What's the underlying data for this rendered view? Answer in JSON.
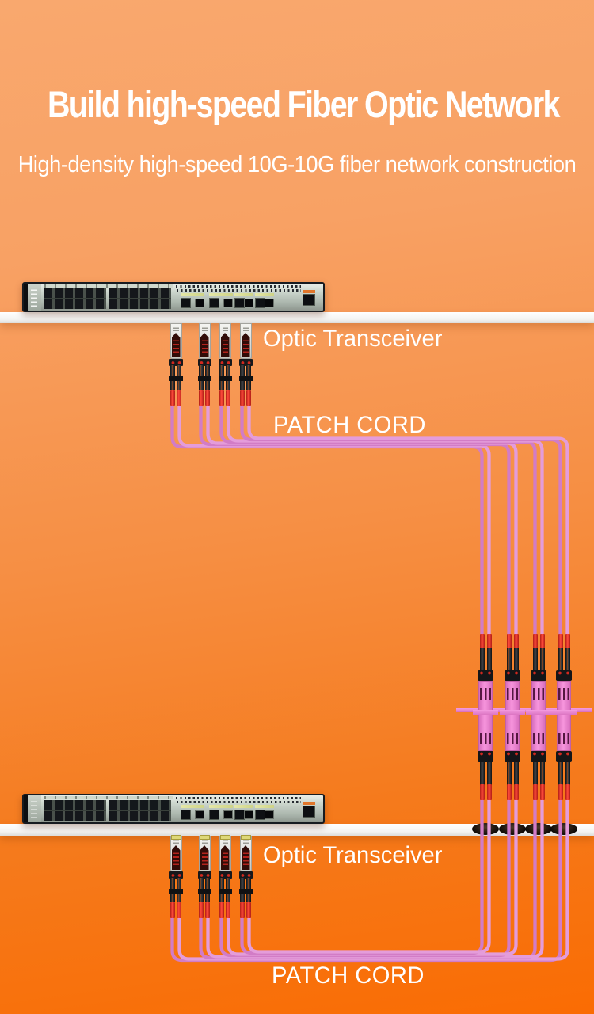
{
  "header": {
    "title": "Build high-speed Fiber Optic Network",
    "subtitle": "High-density high-speed 10G-10G fiber network construction"
  },
  "sections": {
    "top": {
      "device_label": "Optic Transceiver",
      "cable_label": "PATCH CORD"
    },
    "bottom": {
      "device_label": "Optic Transceiver",
      "cable_label": "PATCH CORD"
    }
  },
  "diagram": {
    "switches": 2,
    "transceivers_per_switch": 4,
    "duplex_patch_cords": 4,
    "fiber_strands": 8,
    "inline_adapters": 4,
    "grommet_holes": 4
  },
  "colors": {
    "background_top": "#f9a86e",
    "background_bottom": "#fa6c03",
    "cable_pink": "#d27cc6",
    "cable_pink_light": "#e49cda",
    "adapter_pink": "#f08cd0",
    "boot_red": "#e5352b",
    "shelf_white": "#ffffff",
    "text_white": "#ffffff"
  }
}
